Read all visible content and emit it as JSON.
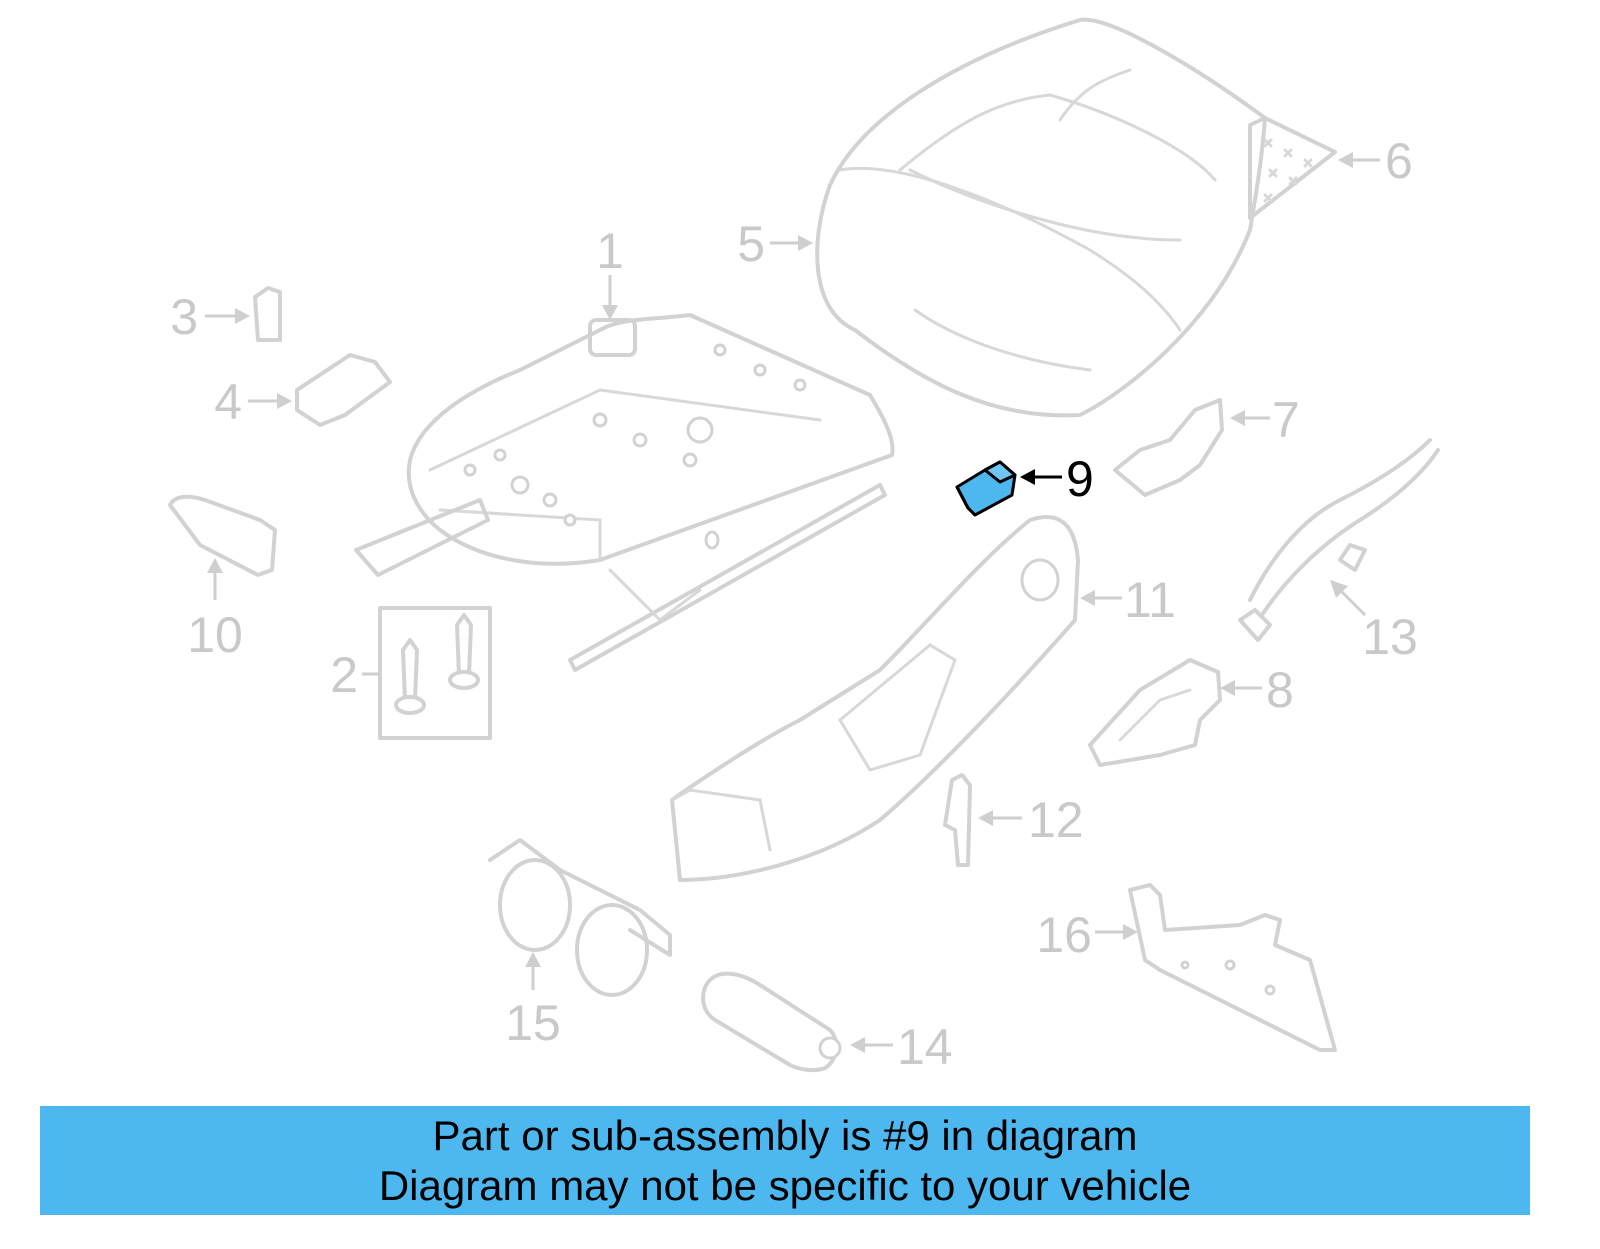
{
  "callouts": {
    "c1": "1",
    "c2": "2",
    "c3": "3",
    "c4": "4",
    "c5": "5",
    "c6": "6",
    "c7": "7",
    "c8": "8",
    "c9": "9",
    "c10": "10",
    "c11": "11",
    "c12": "12",
    "c13": "13",
    "c14": "14",
    "c15": "15",
    "c16": "16"
  },
  "highlight": {
    "part": "9",
    "color": "#4db8ef"
  },
  "banner": {
    "line1": "Part or sub-assembly is #9 in diagram",
    "line2": "Diagram may not be specific to your vehicle",
    "color": "#4db8ef"
  }
}
